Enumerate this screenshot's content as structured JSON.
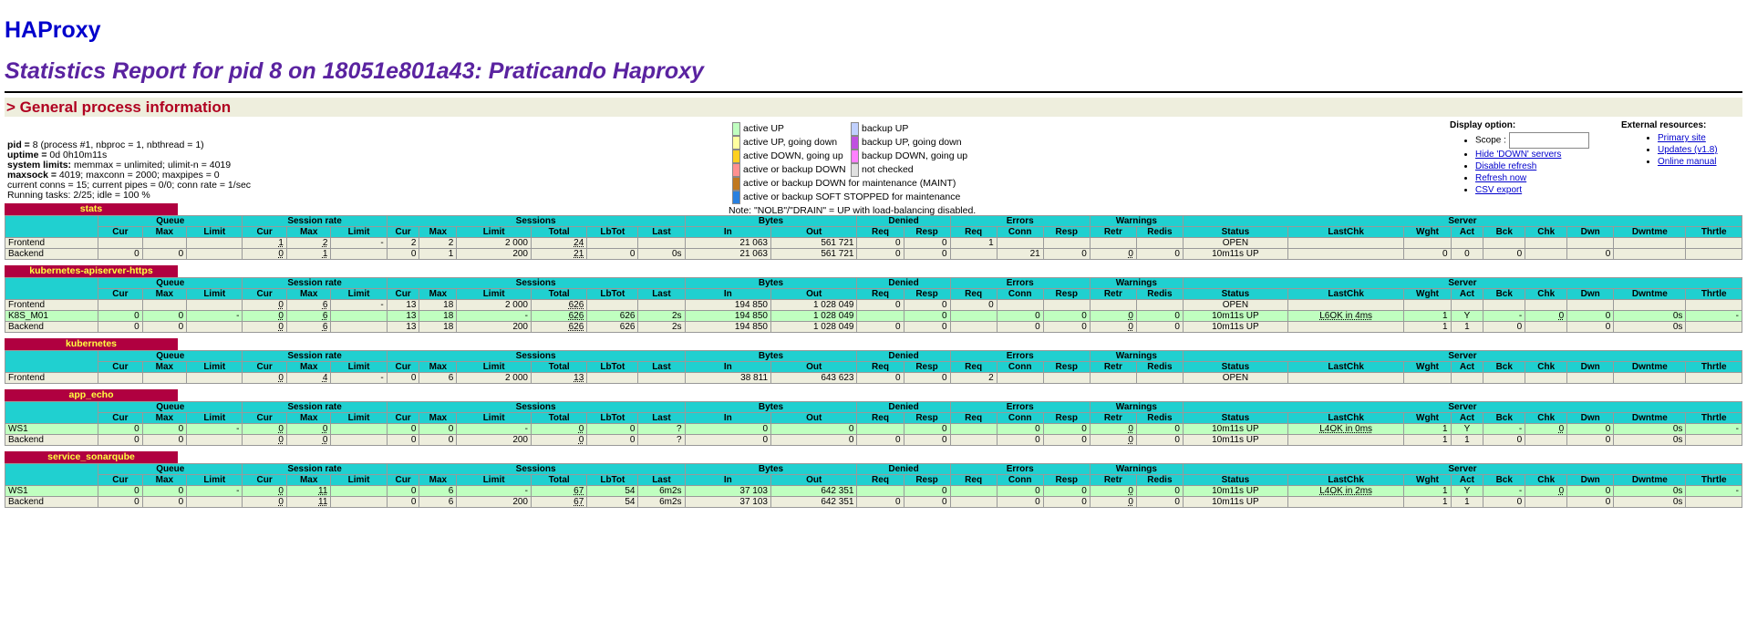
{
  "title": "HAProxy",
  "report_title": "Statistics Report for pid 8 on 18051e801a43: Praticando Haproxy",
  "section_general": "> General process information",
  "process_info": [
    {
      "key": "pid = ",
      "val": "8 (process #1, nbproc = 1, nbthread = 1)"
    },
    {
      "key": "uptime = ",
      "val": "0d 0h10m11s"
    },
    {
      "key": "system limits:",
      "val": " memmax = unlimited; ulimit-n = 4019"
    },
    {
      "key": "maxsock = ",
      "val": "4019; maxconn = 2000; maxpipes = 0"
    },
    {
      "key": "",
      "val": "current conns = 15; current pipes = 0/0; conn rate = 1/sec"
    },
    {
      "key": "",
      "val": "Running tasks: 2/25; idle = 100 %"
    }
  ],
  "legend_left": [
    {
      "label": "active UP",
      "color": "#c0ffc0"
    },
    {
      "label": "active UP, going down",
      "color": "#ffffa0"
    },
    {
      "label": "active DOWN, going up",
      "color": "#ffd020"
    },
    {
      "label": "active or backup DOWN",
      "color": "#ff9090"
    },
    {
      "label": "active or backup DOWN for maintenance (MAINT)",
      "color": "#c07820"
    },
    {
      "label": "active or backup SOFT STOPPED for maintenance",
      "color": "#2880e0"
    }
  ],
  "legend_right": [
    {
      "label": "backup UP",
      "color": "#c0d0ff"
    },
    {
      "label": "backup UP, going down",
      "color": "#c050e0"
    },
    {
      "label": "backup DOWN, going up",
      "color": "#ff80ff"
    },
    {
      "label": "not checked",
      "color": "#e0e0e0"
    }
  ],
  "legend_note": "Note: \"NOLB\"/\"DRAIN\" = UP with load-balancing disabled.",
  "display_option": {
    "heading": "Display option:",
    "scope_label": "Scope :",
    "scope_value": "",
    "links": [
      "Hide 'DOWN' servers",
      "Disable refresh",
      "Refresh now",
      "CSV export"
    ]
  },
  "external_resources": {
    "heading": "External resources:",
    "links": [
      "Primary site",
      "Updates (v1.8)",
      "Online manual"
    ]
  },
  "colors": {
    "header_cyan": "#20d0d0",
    "frontend_bg": "#eeeedd",
    "server_up": "#c0ffc0",
    "proxy_title_bg": "#b00040",
    "proxy_title_fg": "#ffff40"
  },
  "group_headers": [
    "Queue",
    "Session rate",
    "Sessions",
    "Bytes",
    "Denied",
    "Errors",
    "Warnings",
    "Server"
  ],
  "columns": [
    "Cur",
    "Max",
    "Limit",
    "Cur",
    "Max",
    "Limit",
    "Cur",
    "Max",
    "Limit",
    "Total",
    "LbTot",
    "Last",
    "In",
    "Out",
    "Req",
    "Resp",
    "Req",
    "Conn",
    "Resp",
    "Retr",
    "Redis",
    "Status",
    "LastChk",
    "Wght",
    "Act",
    "Bck",
    "Chk",
    "Dwn",
    "Dwntme",
    "Thrtle"
  ],
  "proxies": [
    {
      "name": "stats",
      "rows": [
        {
          "type": "fe",
          "name": "Frontend",
          "cells": [
            "",
            "",
            "",
            "1",
            "2",
            "-",
            "2",
            "2",
            "2 000",
            "24",
            "",
            "",
            "21 063",
            "561 721",
            "0",
            "0",
            "1",
            "",
            "",
            "",
            "",
            "OPEN",
            "",
            "",
            "",
            "",
            "",
            "",
            "",
            ""
          ]
        },
        {
          "type": "be",
          "name": "Backend",
          "cells": [
            "0",
            "0",
            "",
            "0",
            "1",
            "",
            "0",
            "1",
            "200",
            "21",
            "0",
            "0s",
            "21 063",
            "561 721",
            "0",
            "0",
            "",
            "21",
            "0",
            "0",
            "0",
            "10m11s UP",
            "",
            "0",
            "0",
            "0",
            "",
            "0",
            "",
            ""
          ]
        }
      ]
    },
    {
      "name": "kubernetes-apiserver-https",
      "rows": [
        {
          "type": "fe",
          "name": "Frontend",
          "cells": [
            "",
            "",
            "",
            "0",
            "6",
            "-",
            "13",
            "18",
            "2 000",
            "626",
            "",
            "",
            "194 850",
            "1 028 049",
            "0",
            "0",
            "0",
            "",
            "",
            "",
            "",
            "OPEN",
            "",
            "",
            "",
            "",
            "",
            "",
            "",
            ""
          ]
        },
        {
          "type": "up",
          "name": "K8S_M01",
          "cells": [
            "0",
            "0",
            "-",
            "0",
            "6",
            "",
            "13",
            "18",
            "-",
            "626",
            "626",
            "2s",
            "194 850",
            "1 028 049",
            "",
            "0",
            "",
            "0",
            "0",
            "0",
            "0",
            "10m11s UP",
            "L6OK in 4ms",
            "1",
            "Y",
            "-",
            "0",
            "0",
            "0s",
            "-"
          ]
        },
        {
          "type": "be",
          "name": "Backend",
          "cells": [
            "0",
            "0",
            "",
            "0",
            "6",
            "",
            "13",
            "18",
            "200",
            "626",
            "626",
            "2s",
            "194 850",
            "1 028 049",
            "0",
            "0",
            "",
            "0",
            "0",
            "0",
            "0",
            "10m11s UP",
            "",
            "1",
            "1",
            "0",
            "",
            "0",
            "0s",
            ""
          ]
        }
      ]
    },
    {
      "name": "kubernetes",
      "rows": [
        {
          "type": "fe",
          "name": "Frontend",
          "cells": [
            "",
            "",
            "",
            "0",
            "4",
            "-",
            "0",
            "6",
            "2 000",
            "13",
            "",
            "",
            "38 811",
            "643 623",
            "0",
            "0",
            "2",
            "",
            "",
            "",
            "",
            "OPEN",
            "",
            "",
            "",
            "",
            "",
            "",
            "",
            ""
          ]
        }
      ]
    },
    {
      "name": "app_echo",
      "rows": [
        {
          "type": "up",
          "name": "WS1",
          "cells": [
            "0",
            "0",
            "-",
            "0",
            "0",
            "",
            "0",
            "0",
            "-",
            "0",
            "0",
            "?",
            "0",
            "0",
            "",
            "0",
            "",
            "0",
            "0",
            "0",
            "0",
            "10m11s UP",
            "L4OK in 0ms",
            "1",
            "Y",
            "-",
            "0",
            "0",
            "0s",
            "-"
          ]
        },
        {
          "type": "be",
          "name": "Backend",
          "cells": [
            "0",
            "0",
            "",
            "0",
            "0",
            "",
            "0",
            "0",
            "200",
            "0",
            "0",
            "?",
            "0",
            "0",
            "0",
            "0",
            "",
            "0",
            "0",
            "0",
            "0",
            "10m11s UP",
            "",
            "1",
            "1",
            "0",
            "",
            "0",
            "0s",
            ""
          ]
        }
      ]
    },
    {
      "name": "service_sonarqube",
      "rows": [
        {
          "type": "up",
          "name": "WS1",
          "cells": [
            "0",
            "0",
            "-",
            "0",
            "11",
            "",
            "0",
            "6",
            "-",
            "67",
            "54",
            "6m2s",
            "37 103",
            "642 351",
            "",
            "0",
            "",
            "0",
            "0",
            "0",
            "0",
            "10m11s UP",
            "L4OK in 2ms",
            "1",
            "Y",
            "-",
            "0",
            "0",
            "0s",
            "-"
          ]
        },
        {
          "type": "be",
          "name": "Backend",
          "cells": [
            "0",
            "0",
            "",
            "0",
            "11",
            "",
            "0",
            "6",
            "200",
            "67",
            "54",
            "6m2s",
            "37 103",
            "642 351",
            "0",
            "0",
            "",
            "0",
            "0",
            "0",
            "0",
            "10m11s UP",
            "",
            "1",
            "1",
            "0",
            "",
            "0",
            "0s",
            ""
          ]
        }
      ]
    }
  ]
}
